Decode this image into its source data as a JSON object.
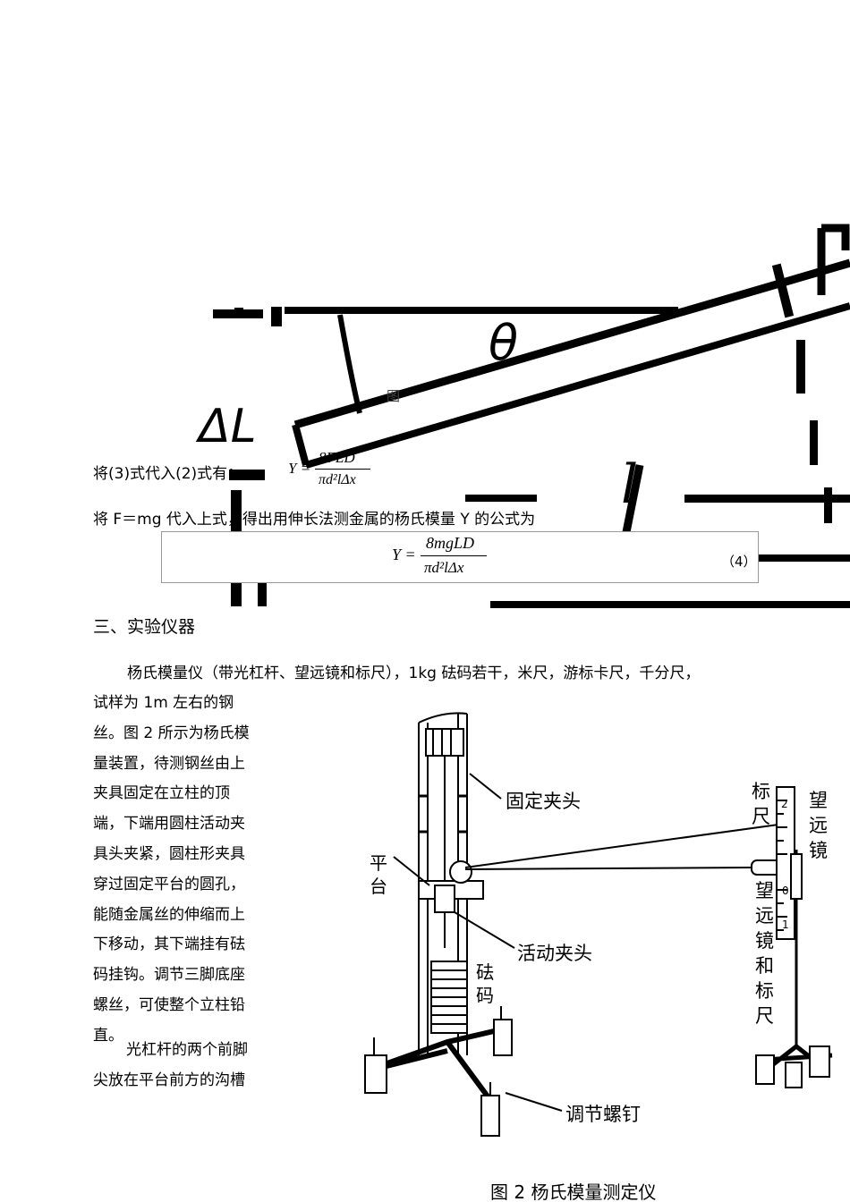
{
  "fig1": {
    "label_dL": "ΔL",
    "label_theta": "θ",
    "label_l": "l",
    "label_tu": "图"
  },
  "eq_sub": {
    "prefix": "将(3)式代入(2)式有：",
    "lhs": "Y",
    "num": "8FLD",
    "den": "πd²lΔx"
  },
  "line2": "将 F＝mg 代入上式，得出用伸长法测金属的杨氏模量 Y 的公式为",
  "eq4": {
    "lhs": "Y =",
    "num": "8mgLD",
    "den": "πd²lΔx",
    "tag": "（4）"
  },
  "section_heading": "三、实验仪器",
  "para1_line1": "杨氏模量仪（带光杠杆、望远镜和标尺），1kg 砝码若干，米尺，游标卡尺，千分尺，",
  "para1_lines": [
    "试样为 1m 左右的钢",
    "丝。图 2 所示为杨氏模",
    "量装置，待测钢丝由上",
    "夹具固定在立柱的顶",
    "端，下端用圆柱活动夹",
    "具头夹紧，圆柱形夹具",
    "穿过固定平台的圆孔，",
    "能随金属丝的伸缩而上",
    "下移动，其下端挂有砝",
    "码挂钩。调节三脚底座",
    "螺丝，可使整个立柱铅",
    "直。"
  ],
  "para2_lines": [
    "光杠杆的两个前脚",
    "尖放在平台前方的沟槽"
  ],
  "fig2": {
    "fixed_clamp": "固定夹头",
    "platform": [
      "平",
      "台"
    ],
    "movable_clamp": "活动夹头",
    "weights": [
      "砝",
      "码"
    ],
    "screw": "调节螺钉",
    "scale": [
      "标",
      "尺"
    ],
    "telescope": [
      "望",
      "远",
      "镜"
    ],
    "tel_and_scale": [
      "望",
      "远",
      "镜",
      "和",
      "标",
      "尺"
    ],
    "caption": "图 2    杨氏模量测定仪"
  }
}
